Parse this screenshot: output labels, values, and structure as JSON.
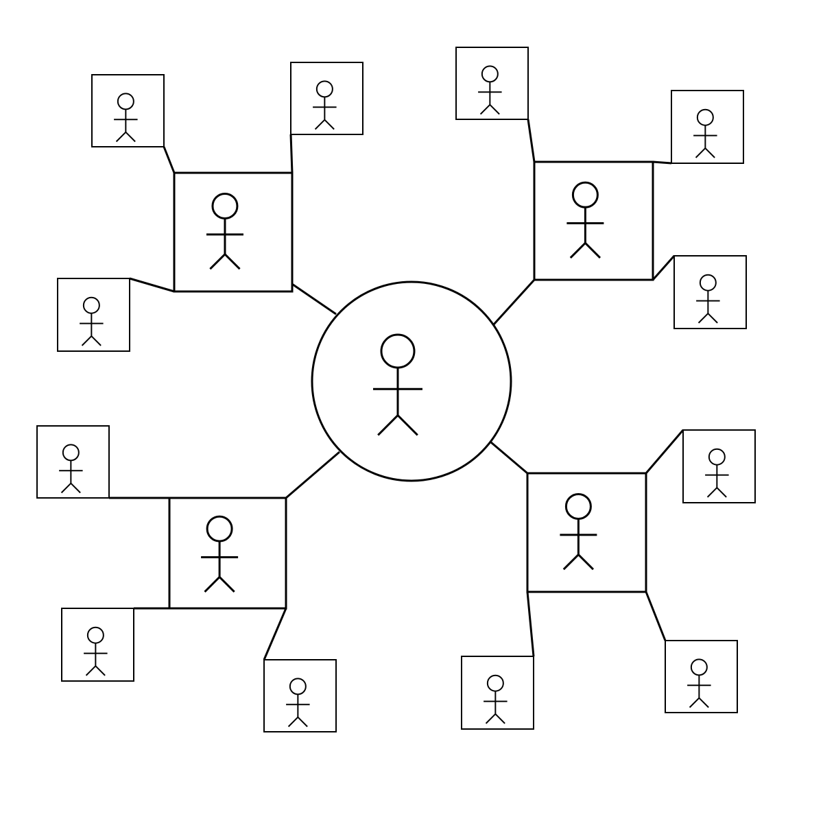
{
  "colors": {
    "stroke": "#000000",
    "background": "#ffffff"
  },
  "icon": "person-icon",
  "root": {
    "id": "root",
    "shape": "circle",
    "icon": "person-icon"
  },
  "hubs": [
    {
      "id": "hub-top-left",
      "shape": "square",
      "icon": "person-icon",
      "leaves": [
        {
          "id": "leaf-top-left-1",
          "icon": "person-icon"
        },
        {
          "id": "leaf-top-left-2",
          "icon": "person-icon"
        },
        {
          "id": "leaf-top-left-3",
          "icon": "person-icon"
        }
      ]
    },
    {
      "id": "hub-top-right",
      "shape": "square",
      "icon": "person-icon",
      "leaves": [
        {
          "id": "leaf-top-right-1",
          "icon": "person-icon"
        },
        {
          "id": "leaf-top-right-2",
          "icon": "person-icon"
        },
        {
          "id": "leaf-top-right-3",
          "icon": "person-icon"
        }
      ]
    },
    {
      "id": "hub-bottom-left",
      "shape": "square",
      "icon": "person-icon",
      "leaves": [
        {
          "id": "leaf-bottom-left-1",
          "icon": "person-icon"
        },
        {
          "id": "leaf-bottom-left-2",
          "icon": "person-icon"
        },
        {
          "id": "leaf-bottom-left-3",
          "icon": "person-icon"
        }
      ]
    },
    {
      "id": "hub-bottom-right",
      "shape": "square",
      "icon": "person-icon",
      "leaves": [
        {
          "id": "leaf-bottom-right-1",
          "icon": "person-icon"
        },
        {
          "id": "leaf-bottom-right-2",
          "icon": "person-icon"
        },
        {
          "id": "leaf-bottom-right-3",
          "icon": "person-icon"
        }
      ]
    }
  ]
}
